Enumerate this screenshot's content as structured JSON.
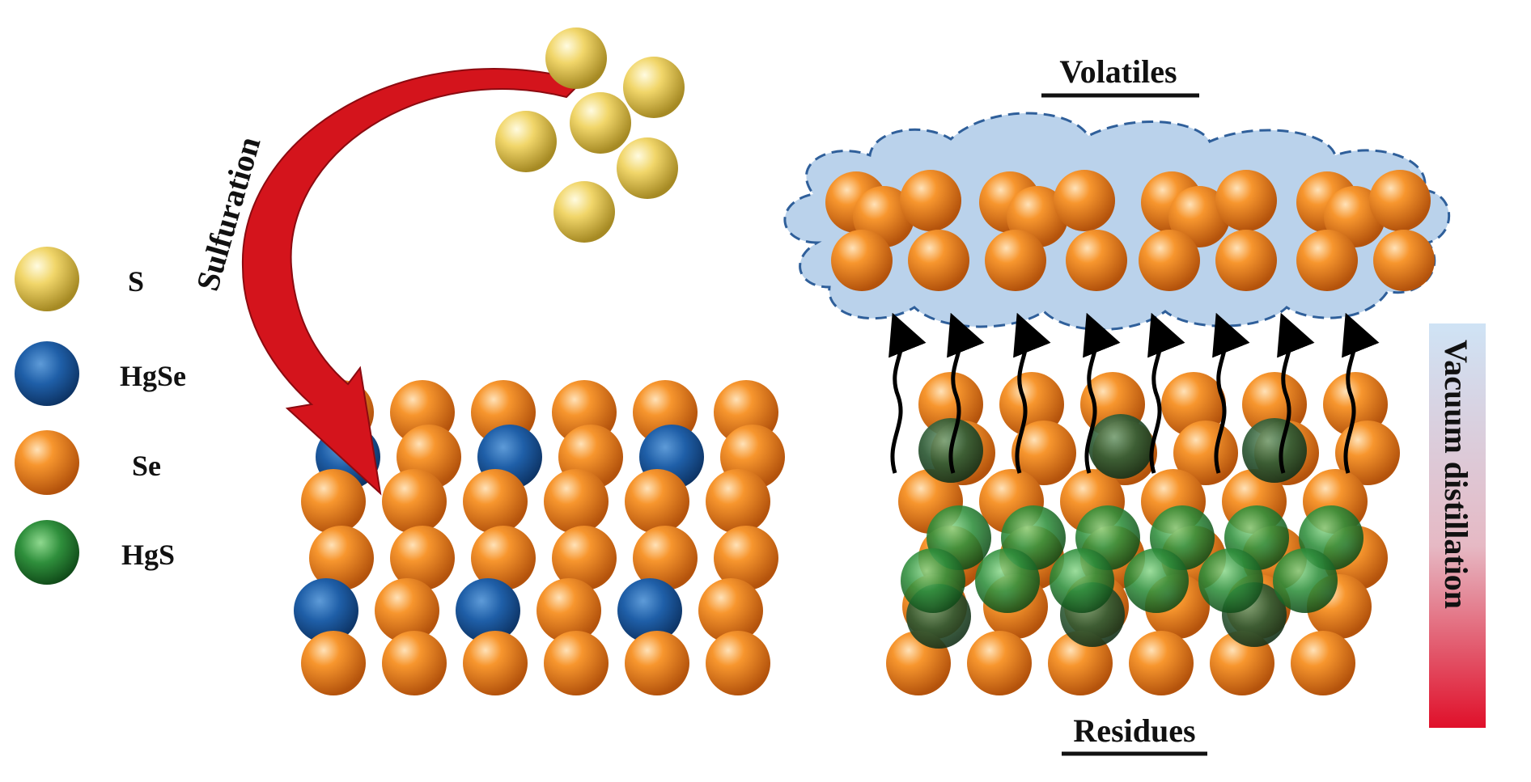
{
  "legend": {
    "items": [
      {
        "label": "S",
        "color": "#e8c94a"
      },
      {
        "label": "HgSe",
        "color": "#1f5fa8"
      },
      {
        "label": "Se",
        "color": "#f08a2a"
      },
      {
        "label": "HgS",
        "color": "#2e8a3a"
      }
    ]
  },
  "process": {
    "sulfuration": "Sulfuration",
    "volatiles": "Volatiles",
    "residues": "Residues",
    "vacuum": "Vacuum distillation"
  },
  "colors": {
    "arrow_red": "#d4141c",
    "cloud_fill": "#a9c7e6",
    "cloud_edge": "#2f5f9a",
    "gradient_top": "#cfe3f5",
    "gradient_bottom": "#e0102a"
  }
}
